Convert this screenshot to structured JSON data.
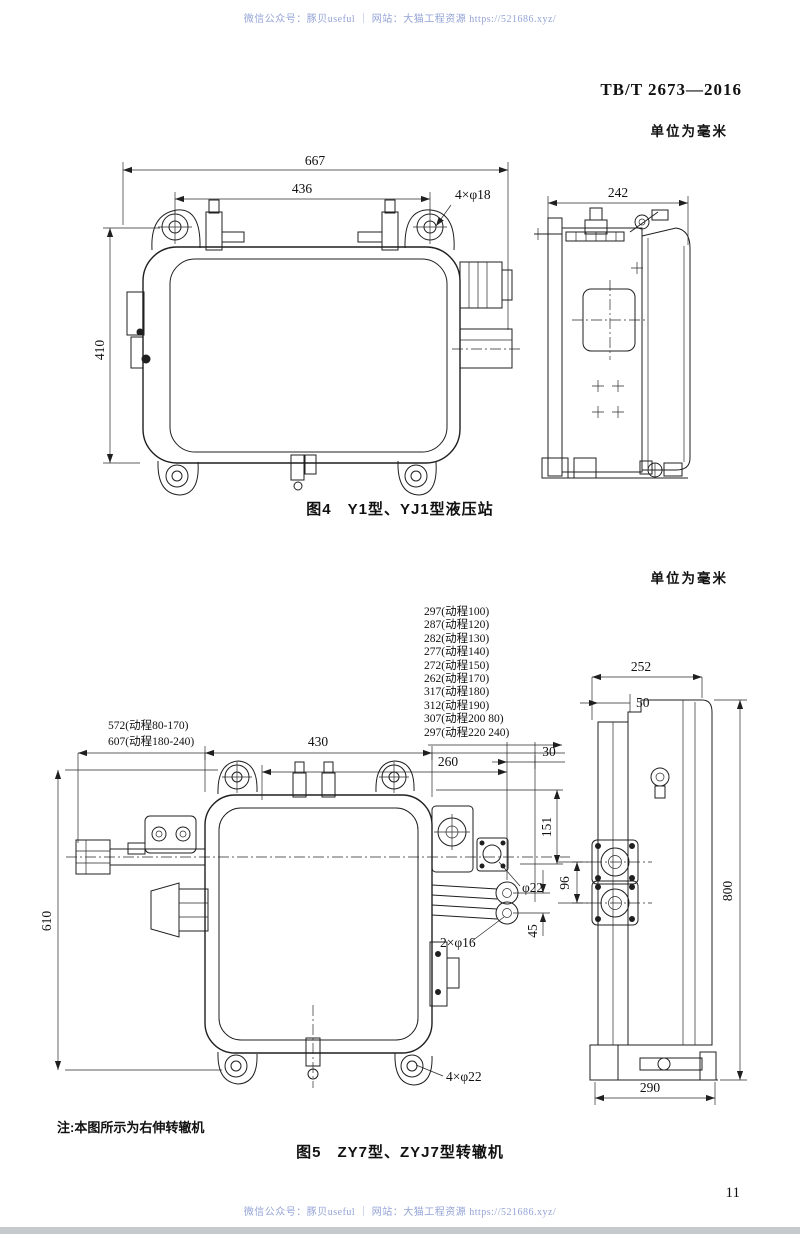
{
  "page": {
    "watermark": "微信公众号：豚贝useful ｜ 网站：大猫工程资源 https://521686.xyz/",
    "standard_number": "TB/T 2673—2016",
    "page_number": "11",
    "watermark_color": "#94a3d6"
  },
  "figure4": {
    "units_note": "单位为毫米",
    "caption": "图4　Y1型、YJ1型液压站",
    "dims": {
      "overall_width": "667",
      "bolt_span": "436",
      "bolt_holes": "4×φ18",
      "overall_height": "410",
      "side_depth": "242"
    }
  },
  "figure5": {
    "units_note": "单位为毫米",
    "caption": "图5　ZY7型、ZYJ7型转辙机",
    "note": "注:本图所示为右伸转辙机",
    "stroke_list": [
      "297(动程100)",
      "287(动程120)",
      "282(动程130)",
      "277(动程140)",
      "272(动程150)",
      "262(动程170)",
      "317(动程180)",
      "312(动程190)",
      "307(动程200 80)",
      "297(动程220 240)"
    ],
    "left_dims": [
      "572(动程80-170)",
      "607(动程180-240)"
    ],
    "dims": {
      "body_width": "430",
      "right_span": "260",
      "gap": "30",
      "side_width": "252",
      "side_offset": "50",
      "rod_drop": "151",
      "eye_dia": "φ22",
      "eye_gap": "45",
      "pin_holes": "2×φ16",
      "pad_span": "96",
      "overall_height": "610",
      "side_height": "800",
      "base_width": "290",
      "mount_holes": "4×φ22"
    }
  }
}
